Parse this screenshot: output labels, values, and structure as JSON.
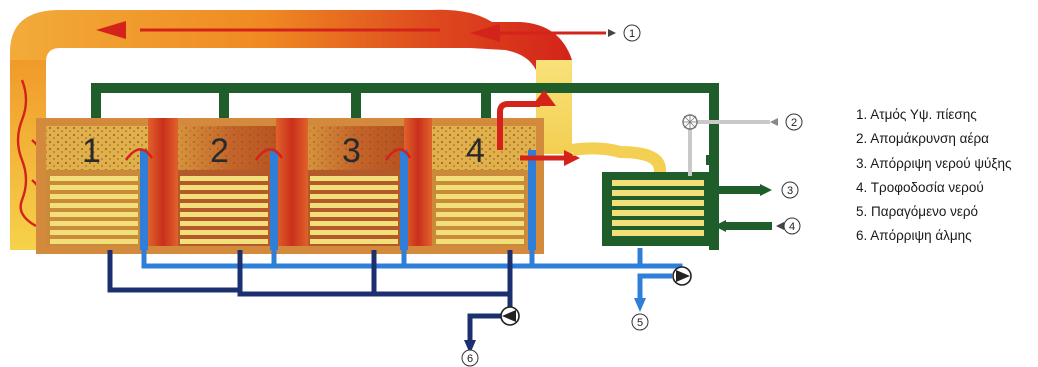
{
  "stages": [
    {
      "number": "1"
    },
    {
      "number": "2"
    },
    {
      "number": "3"
    },
    {
      "number": "4"
    }
  ],
  "callouts": [
    "1",
    "2",
    "3",
    "4",
    "5",
    "6"
  ],
  "legend": [
    "1. Ατμός Υψ. πίεσης",
    "2. Απομάκρυνση αέρα",
    "3. Απόρριψη νερού ψύξης",
    "4. Τροφοδοσία νερού",
    "5. Παραγόμενο νερό",
    "6. Απόρριψη άλμης"
  ],
  "colors": {
    "steam_hot": "#d4231a",
    "steam_warm": "#f08a1c",
    "steam_light": "#f6d24a",
    "feed_water": "#1f5e2a",
    "brine": "#1c2f6e",
    "product_water": "#2f7ed8",
    "vapor_chamber": "#c9752d",
    "tube_bundle": "#f3df7a"
  }
}
